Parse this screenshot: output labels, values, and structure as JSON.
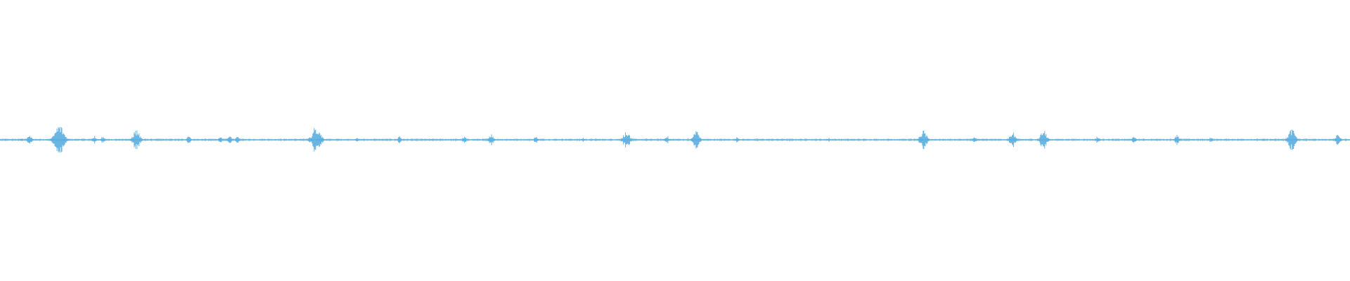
{
  "waveform": {
    "color": "#5aaee0",
    "bursts": [
      {
        "t": 0.004,
        "a": 0.03
      },
      {
        "t": 0.016,
        "a": 0.05
      },
      {
        "t": 0.022,
        "a": 0.15
      },
      {
        "t": 0.044,
        "a": 0.45
      },
      {
        "t": 0.07,
        "a": 0.12
      },
      {
        "t": 0.076,
        "a": 0.1
      },
      {
        "t": 0.101,
        "a": 0.3
      },
      {
        "t": 0.14,
        "a": 0.12
      },
      {
        "t": 0.163,
        "a": 0.1
      },
      {
        "t": 0.17,
        "a": 0.12
      },
      {
        "t": 0.176,
        "a": 0.1
      },
      {
        "t": 0.234,
        "a": 0.38
      },
      {
        "t": 0.238,
        "a": 0.14
      },
      {
        "t": 0.264,
        "a": 0.06
      },
      {
        "t": 0.296,
        "a": 0.1
      },
      {
        "t": 0.344,
        "a": 0.1
      },
      {
        "t": 0.364,
        "a": 0.16
      },
      {
        "t": 0.397,
        "a": 0.1
      },
      {
        "t": 0.432,
        "a": 0.06
      },
      {
        "t": 0.464,
        "a": 0.28
      },
      {
        "t": 0.494,
        "a": 0.12
      },
      {
        "t": 0.516,
        "a": 0.26
      },
      {
        "t": 0.546,
        "a": 0.08
      },
      {
        "t": 0.614,
        "a": 0.06
      },
      {
        "t": 0.684,
        "a": 0.28
      },
      {
        "t": 0.722,
        "a": 0.08
      },
      {
        "t": 0.75,
        "a": 0.22
      },
      {
        "t": 0.773,
        "a": 0.28
      },
      {
        "t": 0.813,
        "a": 0.1
      },
      {
        "t": 0.84,
        "a": 0.1
      },
      {
        "t": 0.872,
        "a": 0.14
      },
      {
        "t": 0.897,
        "a": 0.08
      },
      {
        "t": 0.936,
        "a": 0.04
      },
      {
        "t": 0.957,
        "a": 0.32
      },
      {
        "t": 0.991,
        "a": 0.16
      }
    ]
  }
}
